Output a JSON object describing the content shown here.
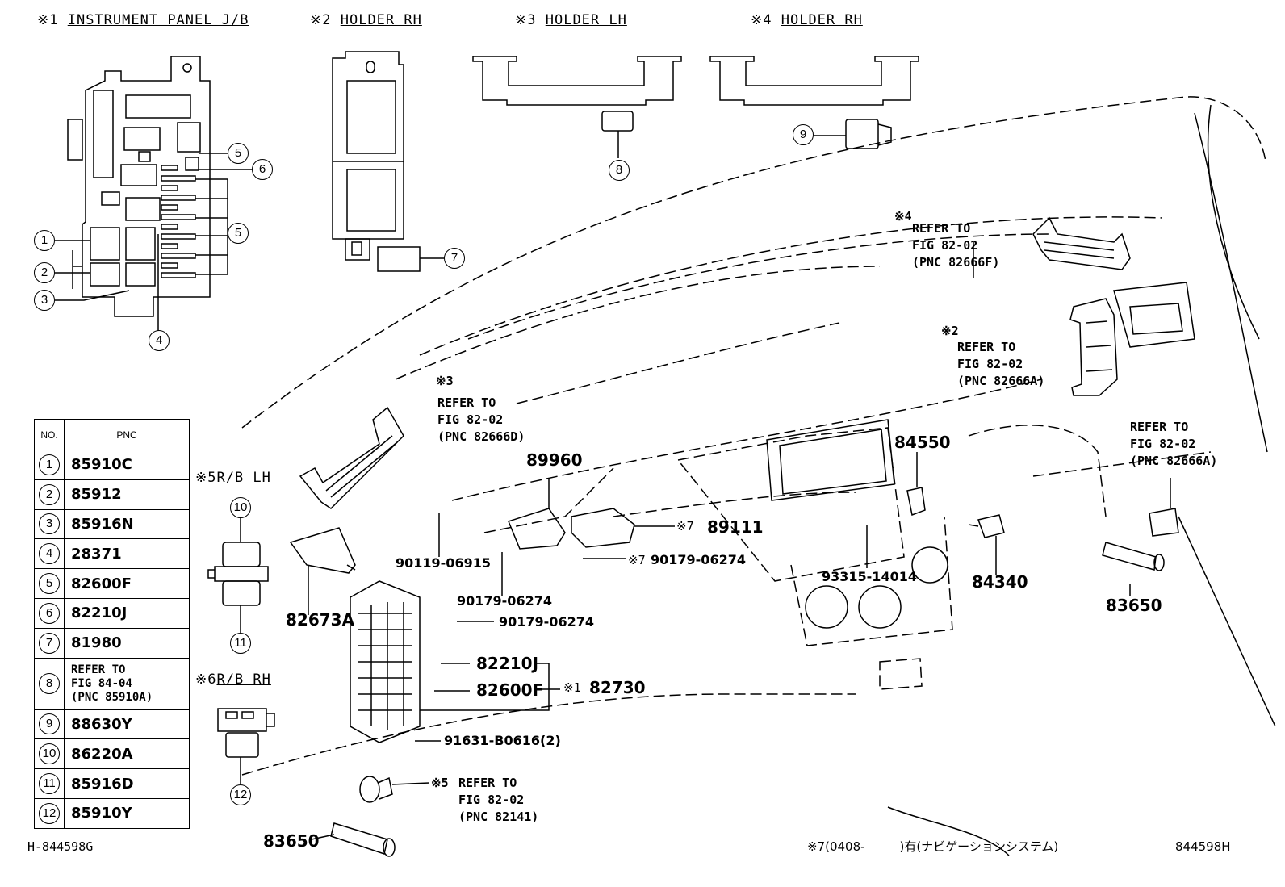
{
  "headers": {
    "h1": {
      "mark": "※1",
      "label": "INSTRUMENT PANEL J/B"
    },
    "h2": {
      "mark": "※2",
      "label": "HOLDER RH"
    },
    "h3": {
      "mark": "※3",
      "label": "HOLDER LH"
    },
    "h4": {
      "mark": "※4",
      "label": "HOLDER RH"
    },
    "h5": {
      "mark": "※5",
      "label": "R/B LH"
    },
    "h6": {
      "mark": "※6",
      "label": "R/B RH"
    }
  },
  "callouts": [
    "1",
    "2",
    "3",
    "4",
    "5",
    "5",
    "6",
    "7",
    "8",
    "9",
    "10",
    "11",
    "12"
  ],
  "table": {
    "col_no": "NO.",
    "col_pnc": "PNC",
    "rows": [
      {
        "no": "1",
        "pnc": "85910C"
      },
      {
        "no": "2",
        "pnc": "85912"
      },
      {
        "no": "3",
        "pnc": "85916N"
      },
      {
        "no": "4",
        "pnc": "28371"
      },
      {
        "no": "5",
        "pnc": "82600F"
      },
      {
        "no": "6",
        "pnc": "82210J"
      },
      {
        "no": "7",
        "pnc": "81980"
      },
      {
        "no": "8",
        "pnc": "REFER TO\nFIG 84-04\n(PNC 85910A)"
      },
      {
        "no": "9",
        "pnc": "88630Y"
      },
      {
        "no": "10",
        "pnc": "86220A"
      },
      {
        "no": "11",
        "pnc": "85916D"
      },
      {
        "no": "12",
        "pnc": "85910Y"
      }
    ]
  },
  "refs": {
    "r4": {
      "mark": "※4",
      "text": "REFER TO\nFIG 82-02\n(PNC 82666F)"
    },
    "r2": {
      "mark": "※2",
      "text": "REFER TO\nFIG 82-02\n(PNC 82666A)"
    },
    "r3": {
      "mark": "※3",
      "text": "REFER TO\nFIG 82-02\n(PNC 82666D)"
    },
    "rr": {
      "text": "REFER TO\nFIG 82-02\n(PNC 82666A)"
    },
    "r5": {
      "mark": "※5",
      "text": "REFER TO\nFIG 82-02\n(PNC 82141)"
    }
  },
  "parts": {
    "p89960": "89960",
    "p89111": "89111",
    "m7a": "※7",
    "p84550": "84550",
    "p90119": "90119-06915",
    "p90179a": "90179-06274",
    "m7b": "※7",
    "p90179b": "90179-06274",
    "p90179c": "90179-06274",
    "p93315": "93315-14014",
    "p84340": "84340",
    "p83650r": "83650",
    "p82673": "82673A",
    "p82210": "82210J",
    "p82600": "82600F",
    "m1": "※1",
    "p82730": "82730",
    "p91631": "91631-B0616(2)",
    "p83650l": "83650"
  },
  "footer": {
    "left_code": "H-844598G",
    "note": "※7(0408-         )有(ナビゲーションシステム)",
    "right_code": "844598H"
  }
}
